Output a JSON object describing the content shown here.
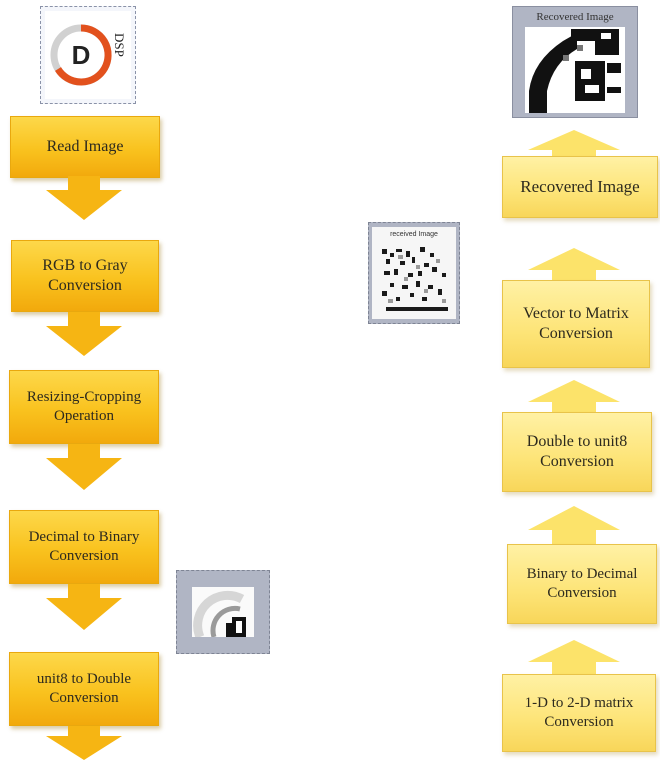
{
  "logo": {
    "text": "DSP",
    "letter": "D"
  },
  "left_flow": [
    "Read Image",
    "RGB to Gray Conversion",
    "Resizing-Cropping Operation",
    "Decimal to Binary Conversion",
    "unit8 to Double Conversion"
  ],
  "right_flow": [
    "Recovered Image",
    "Vector to Matrix Conversion",
    "Double to unit8 Conversion",
    "Binary to Decimal Conversion",
    "1-D to 2-D matrix Conversion"
  ],
  "thumbnails": {
    "received_title": "received Image",
    "recovered_title": "Recovered Image"
  },
  "colors": {
    "box_primary": "#f9c21e",
    "box_light": "#fde477",
    "arrow_primary": "#f6b513",
    "arrow_light": "#fce36a",
    "thumb_frame": "#b0b5c4"
  }
}
